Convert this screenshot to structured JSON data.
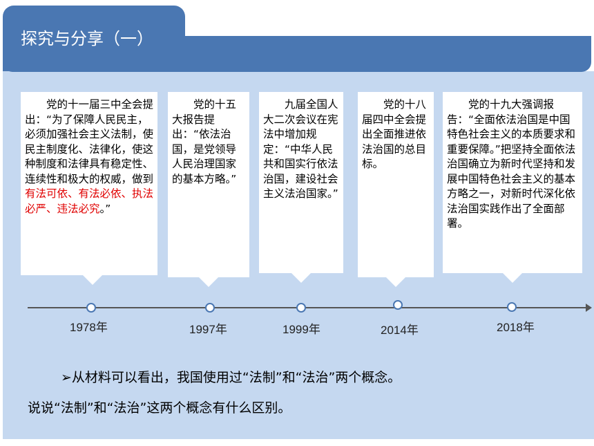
{
  "header": {
    "title": "探究与分享（一）"
  },
  "callouts": [
    {
      "text_plain": "党的十一届三中全会提出：“为了保障人民民主，必须加强社会主义法制，使民主制度化、法律化，使这种制度和法律具有稳定性、连续性和极大的权威，做到",
      "text_red": "有法可依、有法必依、执法必严、违法必究",
      "text_end": "。”"
    },
    {
      "text": "党的十五大报告提出：“依法治国，是党领导人民治理国家的基本方略。”"
    },
    {
      "text": "九届全国人大二次会议在宪法中增加规定：“中华人民共和国实行依法治国，建设社会主义法治国家。”"
    },
    {
      "text": "党的十八届四中全会提出全面推进依法治国的总目标。"
    },
    {
      "text": "党的十九大强调报告：“全面依法治国是中国特色社会主义的本质要求和重要保障。”把坚持全面依法治国确立为新时代坚持和发展中国特色社会主义的基本方略之一，对新时代深化依法治国实践作出了全面部署。"
    }
  ],
  "timeline": {
    "years": [
      "1978年",
      "1997年",
      "1999年",
      "2014年",
      "2018年"
    ]
  },
  "questions": {
    "q1": "➢从材料可以看出，我国使用过“法制”和“法治”两个概念。",
    "q2": "说说“法制”和“法治”这两个概念有什么区别。"
  },
  "colors": {
    "header_blue": "#4a77b2",
    "panel_bg": "#c5d8f0",
    "highlight_red": "#e00000"
  }
}
